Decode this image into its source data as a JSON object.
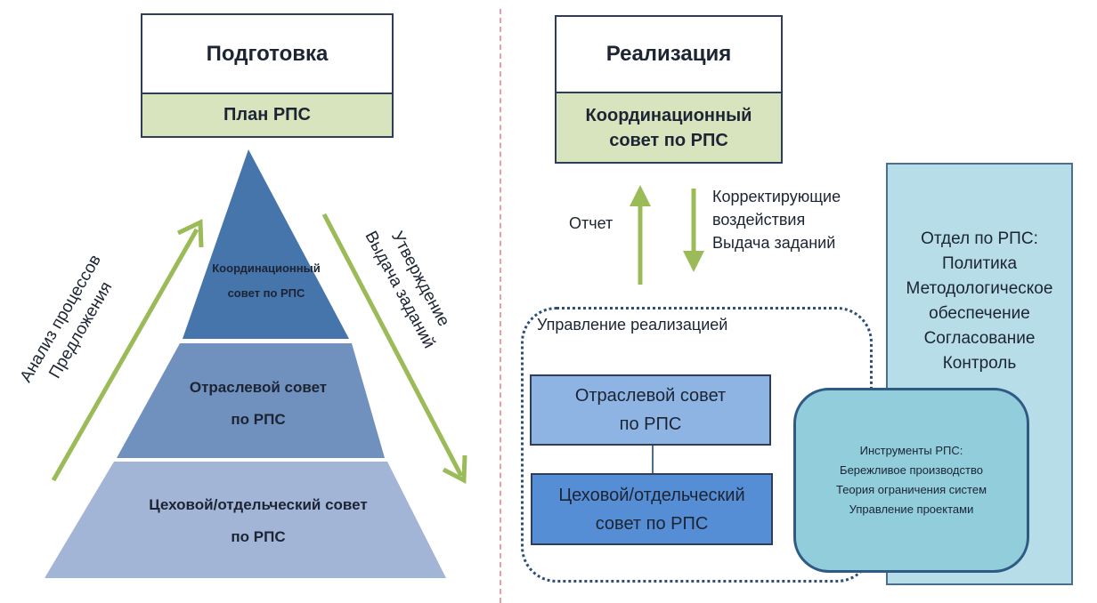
{
  "left": {
    "header": {
      "title": "Подготовка",
      "subtitle": "План РПС"
    },
    "pyramid": {
      "tiers": [
        {
          "line1": "Координационный",
          "line2": "совет по РПС",
          "color": "#4675ab"
        },
        {
          "line1": "Отраслевой совет",
          "line2": "по РПС",
          "color": "#7090be"
        },
        {
          "line1": "Цеховой/отдельческий совет",
          "line2": "по РПС",
          "color": "#a3b5d7"
        }
      ]
    },
    "arrow_up_label": {
      "line1": "Анализ процессов",
      "line2": "Предложения"
    },
    "arrow_down_label": {
      "line1": "Утверждение",
      "line2": "Выдача заданий"
    }
  },
  "right": {
    "header": {
      "title": "Реализация",
      "subtitle_line1": "Координационный",
      "subtitle_line2": "совет по РПС"
    },
    "report_label": "Отчет",
    "corrective_label": {
      "line1": "Корректирующие",
      "line2": "воздействия",
      "line3": "Выдача заданий"
    },
    "management": {
      "label": "Управление реализацией",
      "industry_council": {
        "line1": "Отраслевой совет",
        "line2": "по РПС"
      },
      "shop_council": {
        "line1": "Цеховой/отдельческий",
        "line2": "совет по РПС"
      }
    },
    "department": {
      "lines": [
        "Отдел по РПС:",
        "Политика",
        "Методологическое",
        "обеспечение",
        "Согласование",
        "Контроль"
      ]
    },
    "tools": {
      "lines": [
        "Инструменты РПС:",
        "Бережливое производство",
        "Теория ограничения систем",
        "Управление проектами"
      ]
    }
  },
  "colors": {
    "arrow_green": "#9bbb59",
    "header_green": "#d7e4bd",
    "divider": "#e8a0a8",
    "dept_fill": "#b7dde8",
    "tools_fill": "#92cddc",
    "industry_fill": "#8eb4e3",
    "shop_fill": "#558ed5"
  }
}
